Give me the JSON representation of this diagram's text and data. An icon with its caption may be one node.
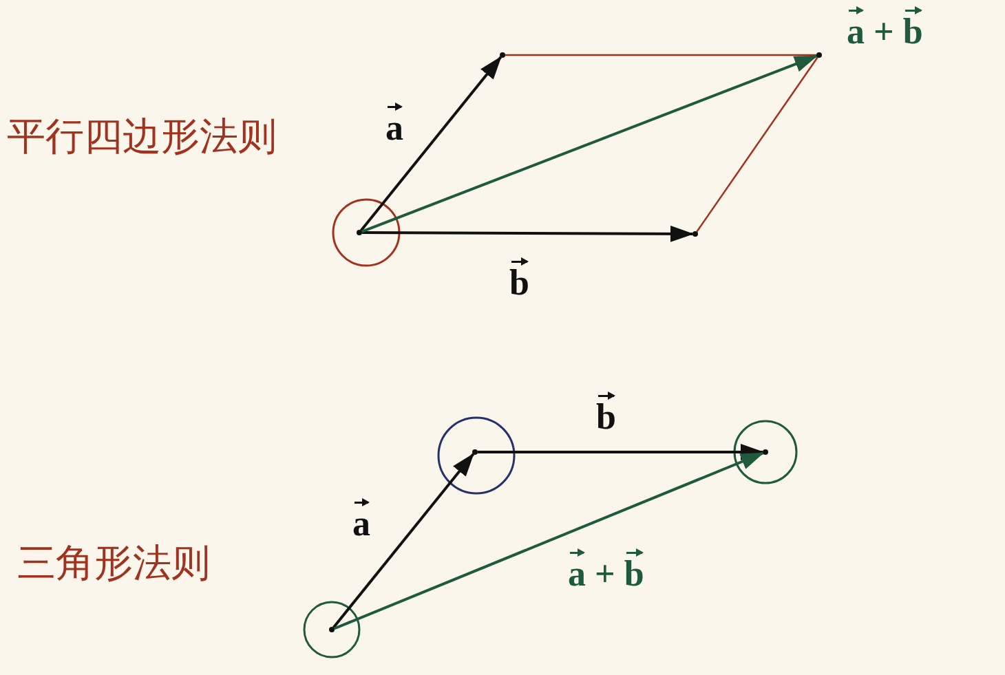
{
  "diagram": {
    "nodes": [
      {
        "text": [],
        "shape": "point"
      },
      {
        "text": [],
        "shape": "point"
      },
      {
        "text": [],
        "shape": "point"
      },
      {
        "text": [],
        "shape": "point"
      },
      {
        "text": [],
        "shape": "point"
      },
      {
        "text": [],
        "shape": "point"
      },
      {
        "text": [],
        "shape": "point"
      }
    ],
    "edges": [
      {
        "from": 0,
        "to": 1,
        "arrow": "to",
        "label": "a"
      },
      {
        "from": 0,
        "to": 2,
        "arrow": "to",
        "label": "b"
      },
      {
        "from": 1,
        "to": 3,
        "arrow": "none",
        "color": "#a0321e"
      },
      {
        "from": 2,
        "to": 3,
        "arrow": "none",
        "color": "#a0321e"
      },
      {
        "from": 0,
        "to": 3,
        "arrow": "to",
        "label": "a + b",
        "color": "#1f5a3c"
      },
      {
        "from": 4,
        "to": 5,
        "arrow": "to",
        "label": "a"
      },
      {
        "from": 5,
        "to": 6,
        "arrow": "to",
        "label": "b"
      },
      {
        "from": 4,
        "to": 6,
        "arrow": "to",
        "label": "a + b",
        "color": "#1f5a3c"
      }
    ],
    "labels": [
      "平行四边形法则",
      "三角形法则"
    ]
  }
}
